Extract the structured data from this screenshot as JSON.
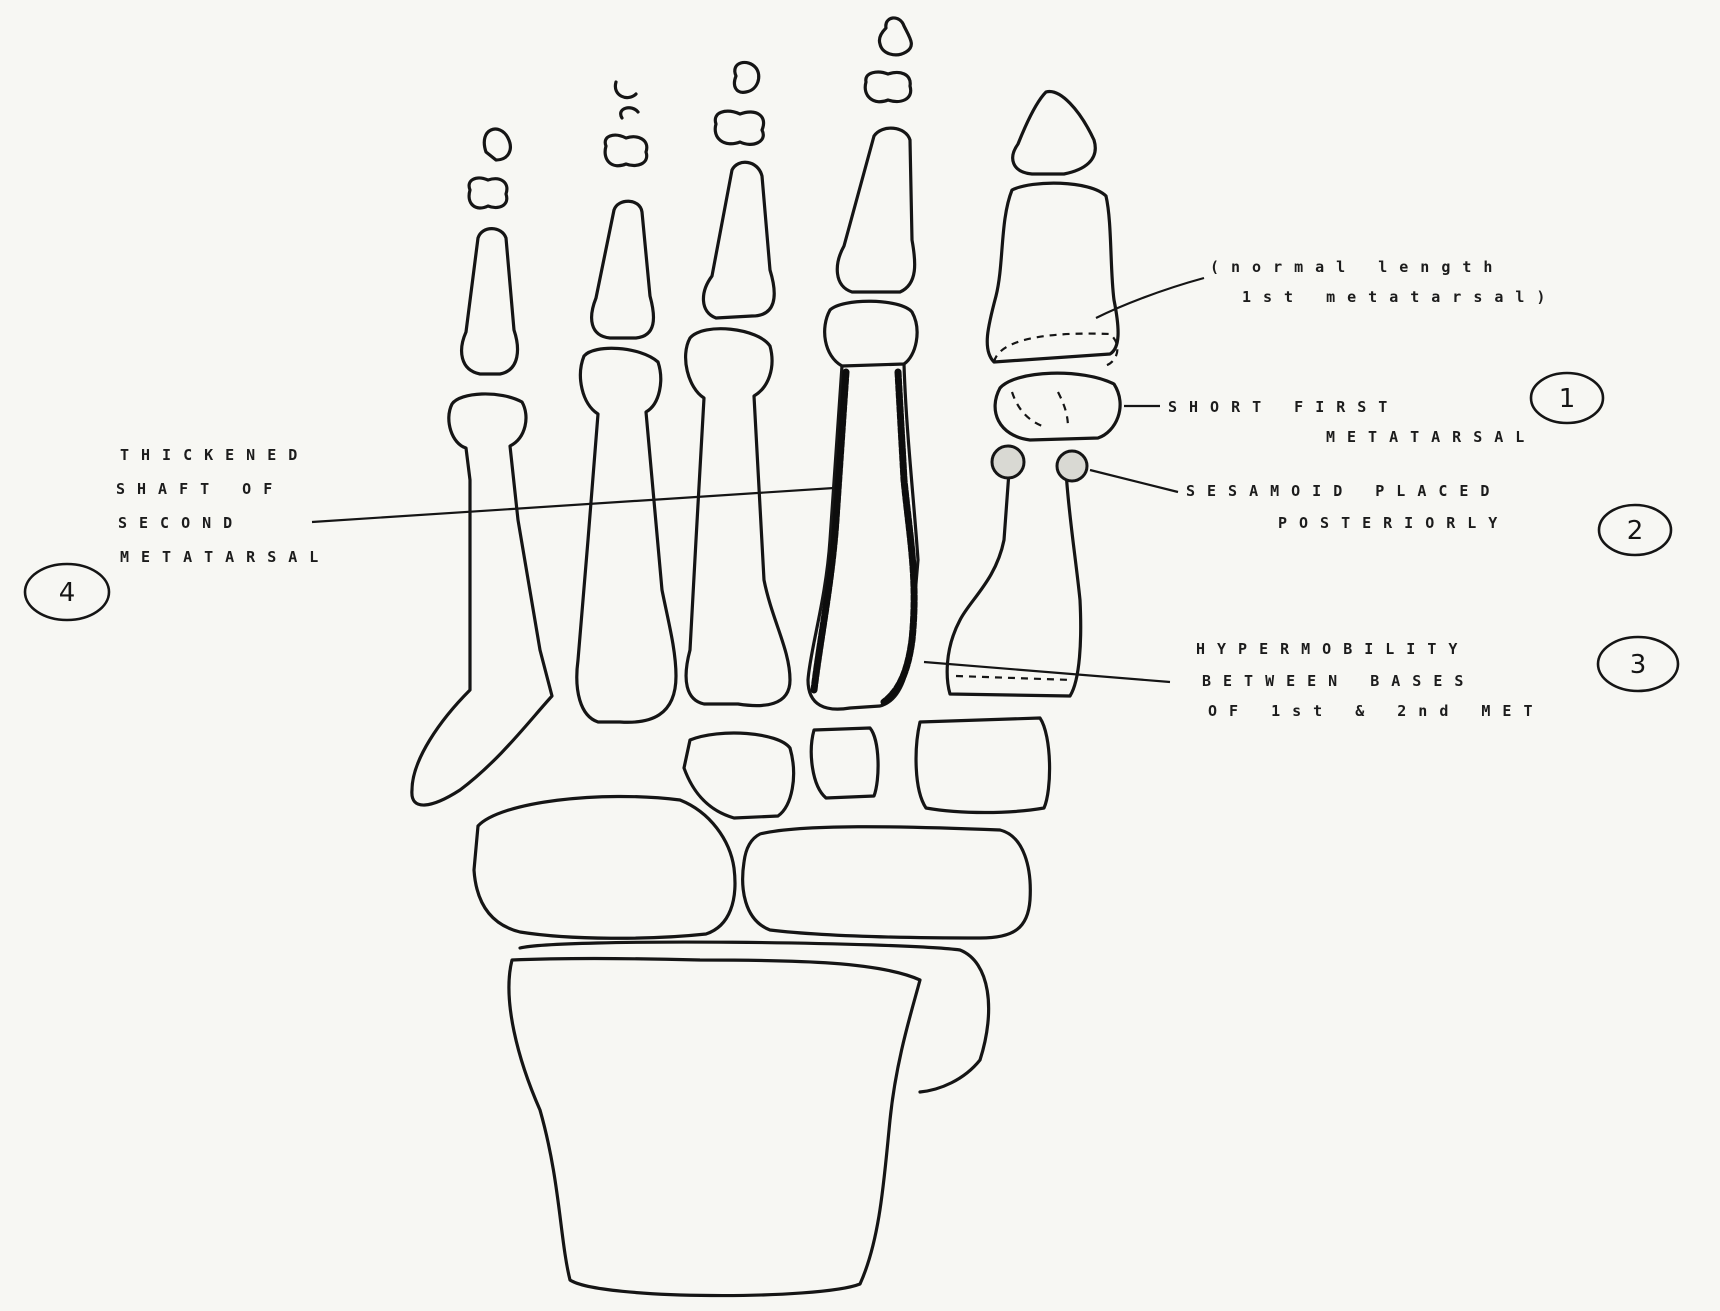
{
  "labels": {
    "normal_length": [
      "(normal length",
      "1st metatarsal)"
    ],
    "short_first": [
      "SHORT FIRST",
      "METATARSAL"
    ],
    "sesamoid": [
      "SESAMOID PLACED",
      "POSTERIORLY"
    ],
    "hypermobility": [
      "HYPERMOBILITY",
      "BETWEEN BASES",
      "OF 1st & 2nd MET"
    ],
    "thickened": [
      "THICKENED",
      "SHAFT OF",
      "SECOND",
      "METATARSAL"
    ]
  },
  "markers": {
    "m1": "1",
    "m2": "2",
    "m3": "3",
    "m4": "4"
  }
}
